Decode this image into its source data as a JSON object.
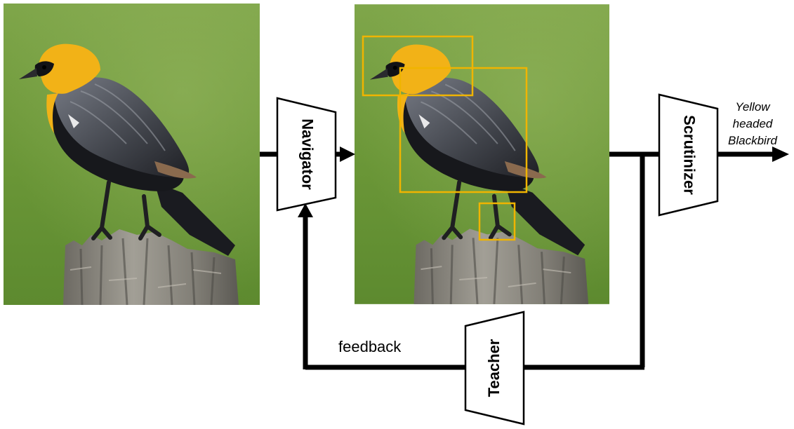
{
  "modules": {
    "navigator": "Navigator",
    "scrutinizer": "Scrutinizer",
    "teacher": "Teacher"
  },
  "feedback_label": "feedback",
  "output": {
    "line1": "Yellow",
    "line2": "headed",
    "line3": "Blackbird"
  },
  "colors": {
    "background_green": "#6f9a3a",
    "bird_head_yellow": "#f2b217",
    "bird_body_black": "#17181c",
    "bird_wing_gray": "#5b5e66",
    "post_gray": "#8d8a83",
    "region_box": "#f0b400",
    "lines": "#000000"
  }
}
